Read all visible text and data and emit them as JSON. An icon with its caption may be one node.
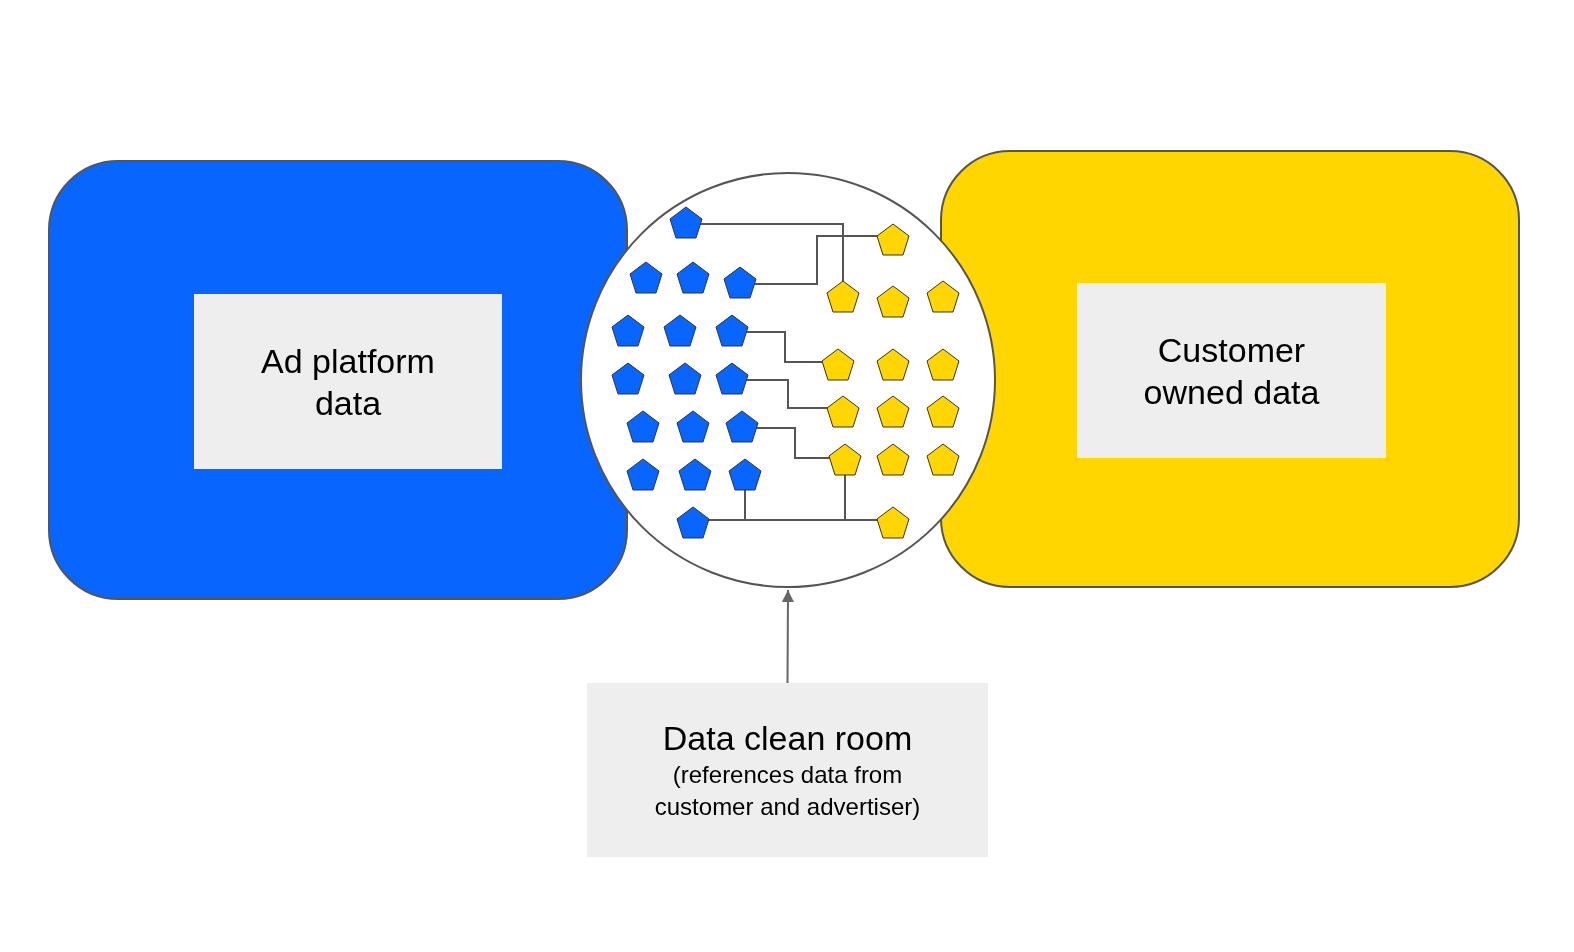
{
  "diagram": {
    "nodes": [
      {
        "text": [],
        "shape": "box"
      },
      {
        "text": [
          "Ad platform data"
        ],
        "in": 0
      },
      {
        "text": [],
        "shape": "circle"
      },
      {
        "text": [],
        "shape": "box"
      },
      {
        "text": [
          "Customer owned data"
        ],
        "in": 3
      },
      {
        "text": [
          "Data clean room",
          "(references data from customer and advertiser)"
        ]
      }
    ],
    "edges": [
      {
        "from": 5,
        "to": 2,
        "arrow": "to"
      }
    ]
  }
}
